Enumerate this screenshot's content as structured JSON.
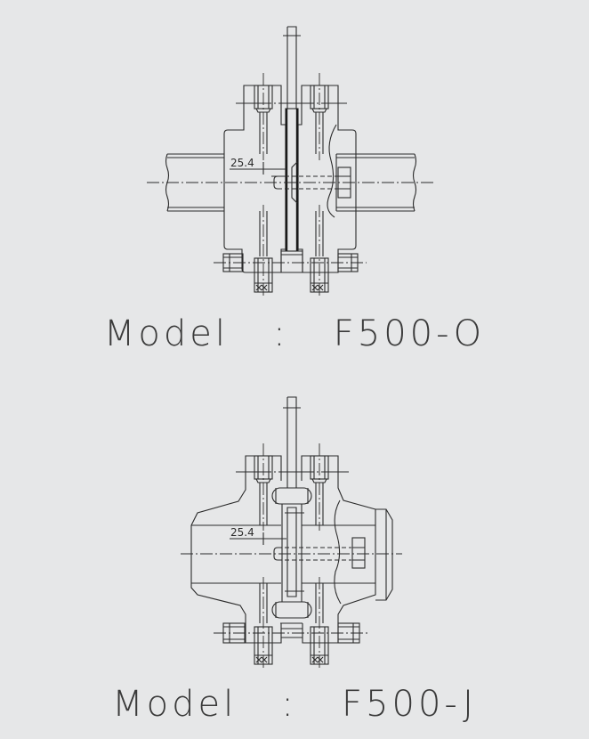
{
  "figures": [
    {
      "id": "f500-o",
      "dimension_label": "25.4",
      "caption": {
        "prefix": "Model",
        "separator": ":",
        "model": "F500-O"
      }
    },
    {
      "id": "f500-j",
      "dimension_label": "25.4",
      "caption": {
        "prefix": "Model",
        "separator": ":",
        "model": "F500-J"
      }
    }
  ],
  "colors": {
    "background": "#e6e7e8",
    "line": "#2b2b2b",
    "text": "#3a3a3a"
  }
}
